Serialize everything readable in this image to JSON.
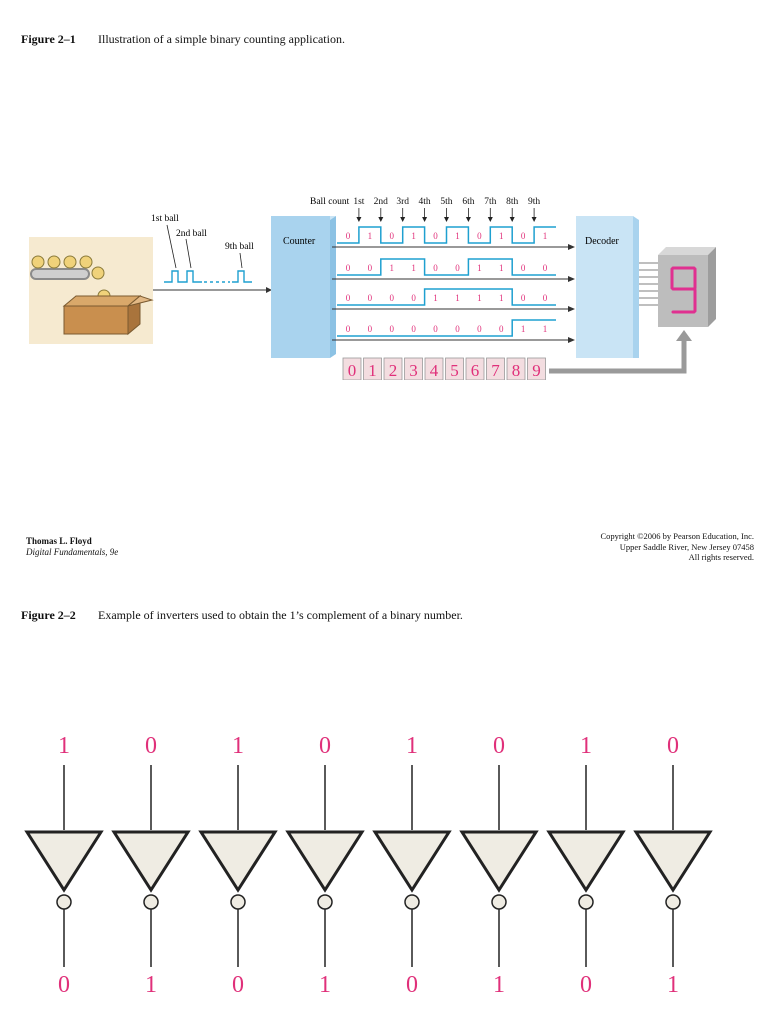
{
  "figure1": {
    "number": "Figure 2–1",
    "caption": "Illustration of a simple binary counting application.",
    "labels": {
      "first_ball": "1st ball",
      "second_ball": "2nd ball",
      "ninth_ball": "9th ball",
      "ball_count": "Ball count",
      "counter": "Counter",
      "decoder": "Decoder"
    },
    "ball_ordinals": [
      "1st",
      "2nd",
      "3rd",
      "4th",
      "5th",
      "6th",
      "7th",
      "8th",
      "9th"
    ],
    "bit_rows": [
      [
        "0",
        "1",
        "0",
        "1",
        "0",
        "1",
        "0",
        "1",
        "0",
        "1"
      ],
      [
        "0",
        "0",
        "1",
        "1",
        "0",
        "0",
        "1",
        "1",
        "0",
        "0"
      ],
      [
        "0",
        "0",
        "0",
        "0",
        "1",
        "1",
        "1",
        "1",
        "0",
        "0"
      ],
      [
        "0",
        "0",
        "0",
        "0",
        "0",
        "0",
        "0",
        "0",
        "1",
        "1"
      ]
    ],
    "digit_sequence": [
      "0",
      "1",
      "2",
      "3",
      "4",
      "5",
      "6",
      "7",
      "8",
      "9"
    ],
    "display_digit": "9",
    "colors": {
      "waveform": "#1ea0d0",
      "bits": "#e0307a",
      "block": "#a9d3ee",
      "block_side": "#c9e4f5"
    }
  },
  "footer": {
    "author": "Thomas L. Floyd",
    "book": "Digital Fundamentals, 9e",
    "copyright_lines": [
      "Copyright ©2006 by Pearson Education, Inc.",
      "Upper Saddle River, New Jersey 07458",
      "All rights reserved."
    ]
  },
  "figure2": {
    "number": "Figure 2–2",
    "caption": "Example of inverters used to obtain the 1’s complement of a binary number.",
    "inputs": [
      "1",
      "0",
      "1",
      "0",
      "1",
      "0",
      "1",
      "0"
    ],
    "outputs": [
      "0",
      "1",
      "0",
      "1",
      "0",
      "1",
      "0",
      "1"
    ],
    "colors": {
      "bits": "#e0307a",
      "gate_fill": "#efece3"
    }
  }
}
